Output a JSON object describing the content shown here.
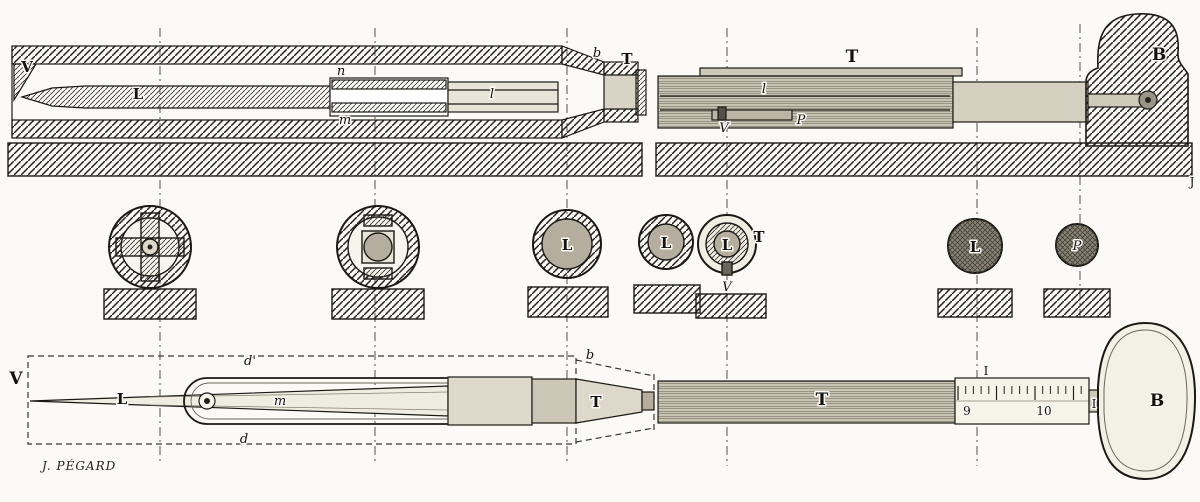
{
  "signature": "J. PÉGARD",
  "plate_mark": "J",
  "labels": {
    "top_left": {
      "v": "V",
      "l_rod": "L",
      "n_small": "n",
      "m_small": "m",
      "l_inner": "l",
      "b": "b",
      "t": "T"
    },
    "top_right": {
      "t": "T",
      "l_inner": "l",
      "v_small": "V",
      "p_small": "P",
      "b_handle": "B"
    },
    "sections": {
      "s3": "L",
      "s4": "L",
      "s5": "L",
      "s5_t": "T",
      "s5_v": "V",
      "s6": "L",
      "s7": "P"
    },
    "bottom": {
      "v": "V",
      "l_blade": "L",
      "m_clip": "m",
      "d_prime": "d'",
      "d": "d",
      "b": "b",
      "t_mid": "T",
      "t_tube": "T",
      "i_upper": "I",
      "i_right": "I",
      "b_handle": "B"
    },
    "scale": {
      "n9": "9",
      "n10": "10"
    }
  }
}
